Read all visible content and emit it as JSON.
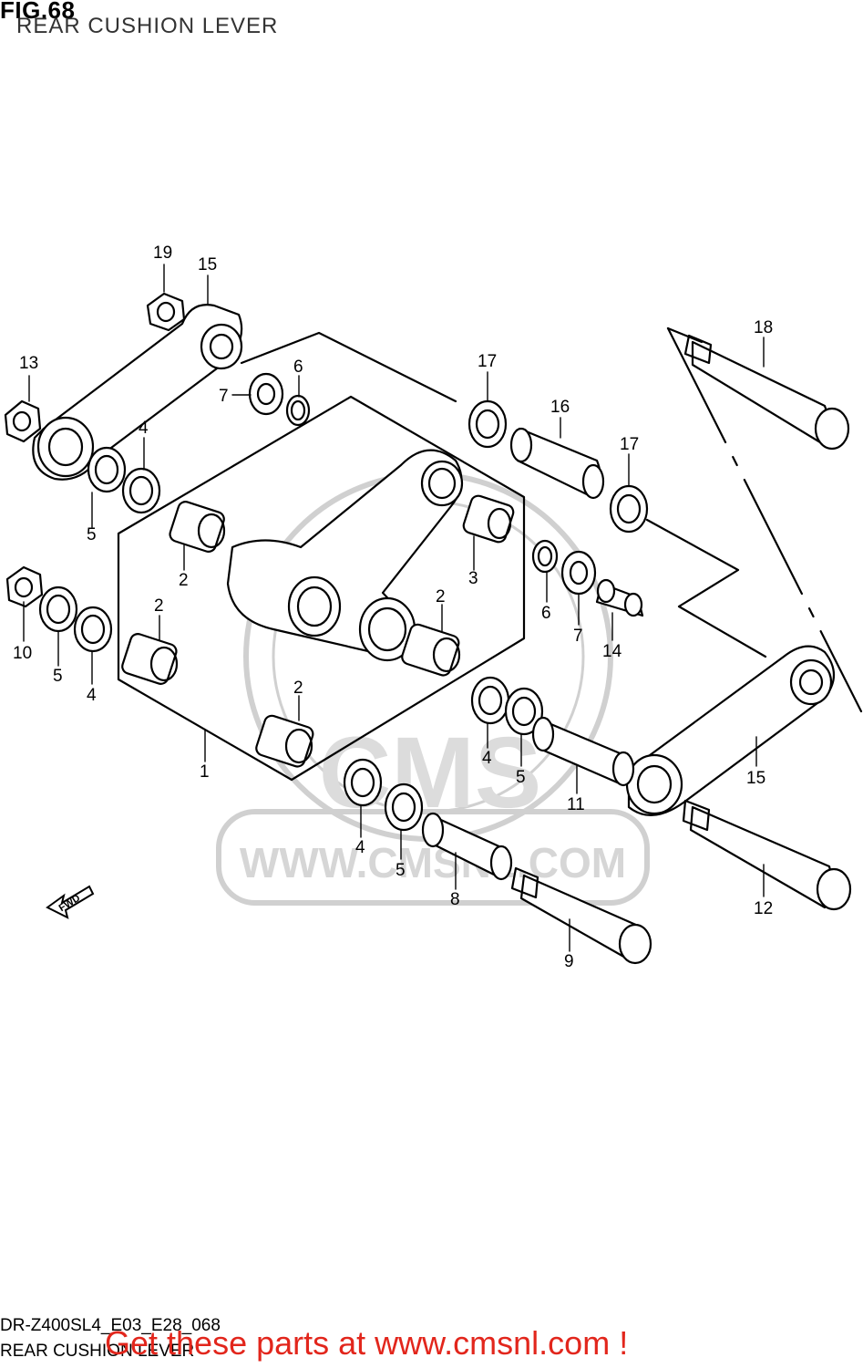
{
  "figure": {
    "title": "FIG.68",
    "subtitle": "REAR CUSHION LEVER"
  },
  "watermark": {
    "brand": "CMS",
    "url": "WWW.CMSNL.COM",
    "color": "#d6d6d6"
  },
  "direction_marker": "FWD",
  "callouts": [
    "19",
    "15",
    "13",
    "6",
    "7",
    "4",
    "5",
    "17",
    "16",
    "18",
    "17",
    "2",
    "3",
    "2",
    "2",
    "6",
    "7",
    "14",
    "10",
    "5",
    "4",
    "2",
    "1",
    "4",
    "5",
    "11",
    "15",
    "4",
    "5",
    "8",
    "12",
    "9"
  ],
  "footer": {
    "model_code": "DR-Z400SL4_E03_E28_068",
    "section_name": "REAR CUSHION LEVER",
    "call_to_action": "Get these parts at www.cmsnl.com !",
    "cta_color": "#e2261c"
  }
}
